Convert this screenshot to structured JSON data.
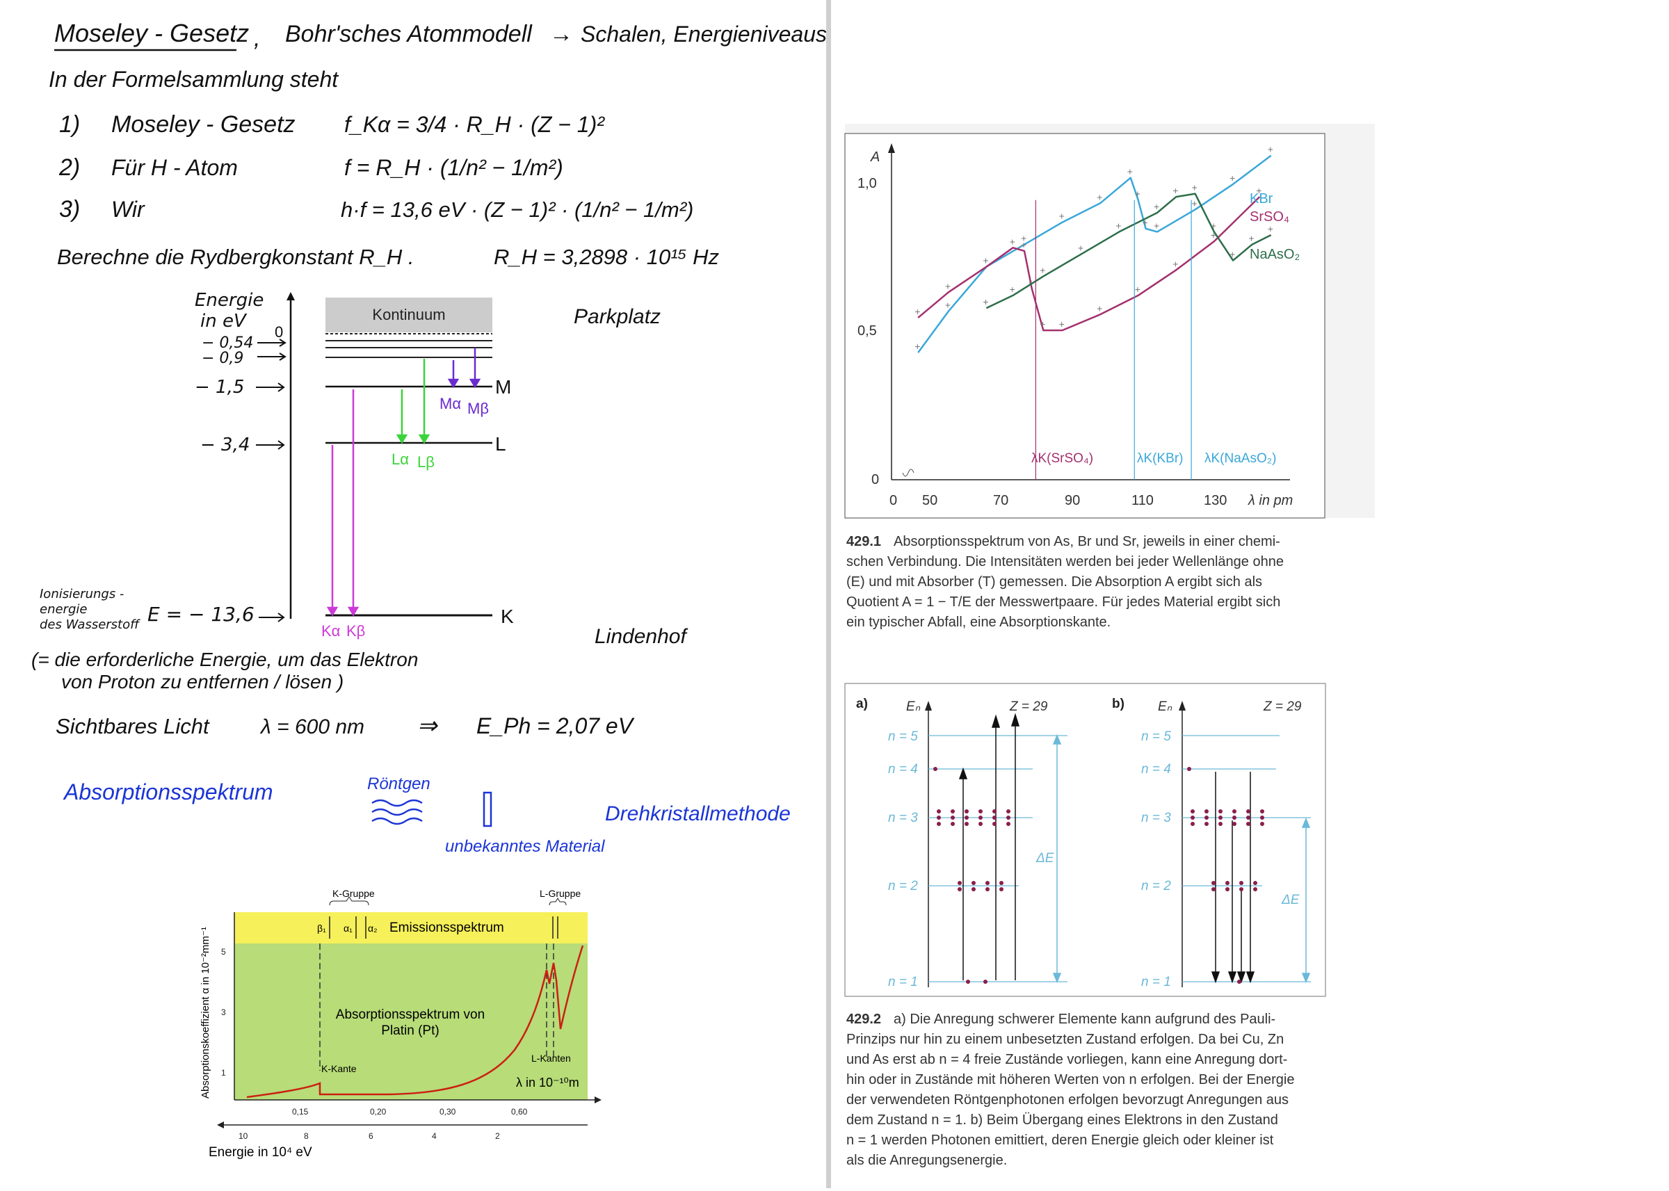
{
  "notes": {
    "title_moseley": "Moseley - Gesetz",
    "title_sep": ",",
    "title_bohr": "Bohr'sches Atommodell",
    "title_arrow": "→",
    "title_rest": "Schalen, Energieniveaus",
    "formula_intro": "In der Formelsammlung steht",
    "f1_num": "1)",
    "f1_name": "Moseley - Gesetz",
    "f1_eq": "f_Kα = 3/4 · R_H · (Z − 1)²",
    "f2_num": "2)",
    "f2_name": "Für H - Atom",
    "f2_eq": "f = R_H · (1/n² − 1/m²)",
    "f3_num": "3)",
    "f3_name": "Wir",
    "f3_eq": "h·f = 13,6 eV · (Z − 1)² · (1/n² − 1/m²)",
    "rydberg_text": "Berechne die Rydbergkonstant R_H .",
    "rydberg_value": "R_H = 3,2898 · 10¹⁵ Hz",
    "parkplatz": "Parkplatz",
    "lindenhof": "Lindenhof",
    "ionisation_note": "(= die erforderliche Energie, um das Elektron",
    "ionisation_note2": "von Proton zu entfernen / lösen )",
    "light_label": "Sichtbares Licht",
    "light_eq": "λ = 600 nm",
    "light_arrow": "⇒",
    "light_result": "E_Ph = 2,07 eV",
    "blue_absorption": "Absorptionsspektrum",
    "blue_roentgen": "Röntgen",
    "blue_material": "unbekanntes Material",
    "blue_drehkristall": "Drehkristallmethode"
  },
  "energy_diagram": {
    "axis_label_1": "Energie",
    "axis_label_2": "in eV",
    "zero": "0",
    "continuum": "Kontinuum",
    "lvl_054": "− 0,54",
    "lvl_09": "− 0,9",
    "lvl_15": "− 1,5",
    "lvl_34": "− 3,4",
    "lvl_136": "E = − 13,6",
    "ion_1": "Ionisierungs -",
    "ion_2": "energie",
    "ion_3": "des Wasserstoff",
    "shell_M": "M",
    "shell_L": "L",
    "shell_K": "K",
    "M_alpha": "Mα",
    "M_beta": "Mβ",
    "L_alpha": "Lα",
    "L_beta": "Lβ",
    "K_alpha": "Kα",
    "K_beta": "Kβ",
    "colors": {
      "M": "#6a2ad0",
      "L": "#3ad43a",
      "K": "#cc3ad8",
      "continuum": "#cccccc"
    }
  },
  "platinum_chart": {
    "k_gruppe": "K-Gruppe",
    "l_gruppe": "L-Gruppe",
    "beta1": "β₁",
    "alpha1": "α₁",
    "alpha2": "α₂",
    "emission": "Emissionsspektrum",
    "absorption_1": "Absorptionsspektrum von",
    "absorption_2": "Platin (Pt)",
    "k_kante": "K-Kante",
    "l_kanten": "L-Kanten",
    "lambda_label": "λ in 10⁻¹⁰m",
    "ylabel": "Absorptionskoeffizient α in 10⁻²mm⁻¹",
    "energy_label": "Energie in 10⁴ eV",
    "y_ticks": [
      "1",
      "3",
      "5"
    ],
    "lambda_ticks": [
      "0,15",
      "0,20",
      "0,30",
      "0,60"
    ],
    "energy_ticks": [
      "10",
      "8",
      "6",
      "4",
      "2"
    ],
    "colors": {
      "emission_band": "#f6f05a",
      "absorption_band": "#b7dc78",
      "curve": "#cc1f12"
    }
  },
  "chart_data": {
    "type": "line",
    "title": "",
    "xlabel": "λ in pm",
    "ylabel": "A",
    "x_ticks": [
      "0",
      "50",
      "70",
      "90",
      "110",
      "130"
    ],
    "y_ticks": [
      "0",
      "0,5",
      "1,0"
    ],
    "xlim": [
      40,
      145
    ],
    "ylim": [
      0,
      1.05
    ],
    "series": [
      {
        "name": "KBr",
        "color": "#3aa7d8",
        "x": [
          47,
          55,
          65,
          75,
          85,
          95,
          103,
          105,
          107,
          110,
          120,
          130,
          140
        ],
        "y": [
          0.4,
          0.53,
          0.67,
          0.74,
          0.81,
          0.87,
          0.95,
          0.88,
          0.79,
          0.78,
          0.85,
          0.93,
          1.02
        ]
      },
      {
        "name": "SrSO₄",
        "color": "#a3306e",
        "x": [
          47,
          55,
          65,
          72,
          75,
          77,
          80,
          85,
          95,
          105,
          115,
          125,
          137
        ],
        "y": [
          0.51,
          0.59,
          0.67,
          0.73,
          0.72,
          0.6,
          0.47,
          0.47,
          0.52,
          0.58,
          0.66,
          0.75,
          0.89
        ]
      },
      {
        "name": "NaAsO₂",
        "color": "#2d6e4a",
        "x": [
          65,
          72,
          80,
          90,
          100,
          110,
          115,
          120,
          125,
          130,
          135,
          140
        ],
        "y": [
          0.54,
          0.58,
          0.64,
          0.71,
          0.78,
          0.84,
          0.89,
          0.9,
          0.78,
          0.69,
          0.74,
          0.77
        ]
      }
    ],
    "edges": [
      {
        "label": "λK(SrSO₄)",
        "x": 78
      },
      {
        "label": "λK(KBr)",
        "x": 104
      },
      {
        "label": "λK(NaAsO₂)",
        "x": 119
      }
    ]
  },
  "caption_4291": {
    "number": "429.1",
    "lines": [
      "Absorptionsspektrum von As, Br und Sr, jeweils in einer chemi-",
      "schen Verbindung. Die Intensitäten werden bei jeder Wellenlänge ohne",
      "(E) und mit Absorber (T) gemessen. Die Absorption A ergibt sich als",
      "Quotient A = 1 − T/E der Messwertpaare. Für jedes Material ergibt sich",
      "ein typischer Abfall, eine Absorptionskante."
    ]
  },
  "levels_figure": {
    "panel_a": "a)",
    "panel_b": "b)",
    "en": "Eₙ",
    "z": "Z = 29",
    "n5": "n = 5",
    "n4": "n = 4",
    "n3": "n = 3",
    "n2": "n = 2",
    "n1": "n = 1",
    "delta_e": "ΔE",
    "colors": {
      "level": "#6bb9d8",
      "electron": "#8a1f4a",
      "arrow": "#111111"
    }
  },
  "caption_4292": {
    "number": "429.2",
    "lines": [
      "a) Die Anregung schwerer Elemente kann aufgrund des Pauli-",
      "Prinzips nur hin zu einem unbesetzten Zustand erfolgen. Da bei Cu, Zn",
      "und As erst ab n = 4 freie Zustände vorliegen, kann eine Anregung dort-",
      "hin oder in Zustände mit höheren Werten von n erfolgen. Bei der Energie",
      "der verwendeten Röntgenphotonen erfolgen bevorzugt Anregungen aus",
      "dem Zustand n = 1. b) Beim Übergang eines Elektrons in den Zustand",
      "n = 1 werden Photonen emittiert, deren Energie gleich oder kleiner ist",
      "als die Anregungsenergie."
    ]
  }
}
